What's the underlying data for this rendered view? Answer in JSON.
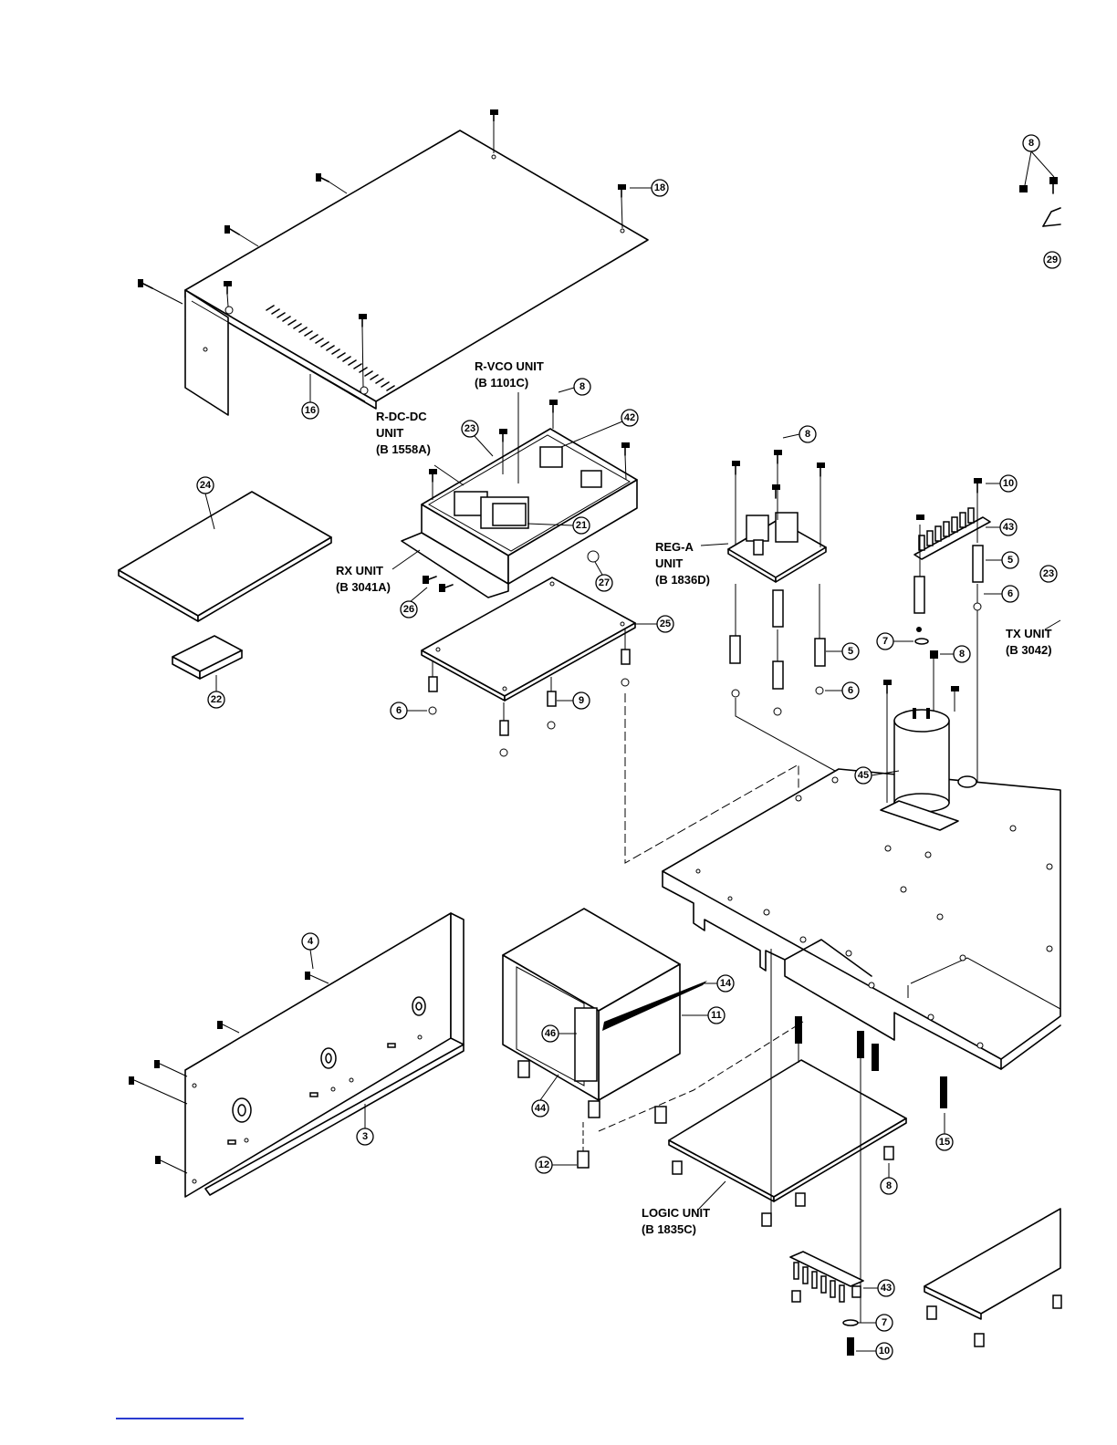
{
  "parts": {
    "p8a": "8",
    "p29": "29",
    "p18": "18",
    "p16": "16",
    "p8b": "8",
    "p42": "42",
    "p23a": "23",
    "p21": "21",
    "p27": "27",
    "p24": "24",
    "p22": "22",
    "p26": "26",
    "p25": "25",
    "p6a": "6",
    "p9": "9",
    "p8c": "8",
    "p5a": "5",
    "p6b": "6",
    "p10a": "10",
    "p43a": "43",
    "p5b": "5",
    "p6c": "6",
    "p7a": "7",
    "p8d": "8",
    "p23b": "23",
    "p45": "45",
    "p4": "4",
    "p3": "3",
    "p14": "14",
    "p11": "11",
    "p46": "46",
    "p44": "44",
    "p12": "12",
    "p15": "15",
    "p8e": "8",
    "p43b": "43",
    "p7b": "7",
    "p10b": "10"
  },
  "labels": {
    "rvco": [
      "R-VCO UNIT",
      "(B  1101C)"
    ],
    "rdcdc": [
      "R-DC-DC",
      "UNIT",
      "(B  1558A)"
    ],
    "rx": [
      "RX UNIT",
      "(B  3041A)"
    ],
    "rega": [
      "REG-A",
      "UNIT",
      "(B  1836D)"
    ],
    "tx": [
      "TX UNIT",
      "(B  3042)"
    ],
    "logic": [
      "LOGIC UNIT",
      "(B  1835C)"
    ]
  },
  "footer_link": ""
}
